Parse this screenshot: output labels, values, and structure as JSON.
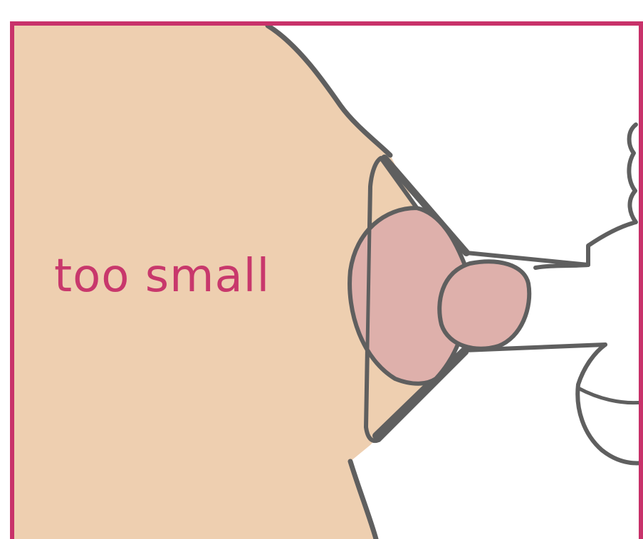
{
  "caption": {
    "text": "too small"
  },
  "colors": {
    "frame": "#c8326a",
    "text": "#c8386c",
    "skin": "#eecfb0",
    "areola": "#deb0ab",
    "outline": "#5f5f5f",
    "background": "#ffffff"
  },
  "icons": [
    "breast-illustration",
    "breast-pump-flange-illustration"
  ]
}
